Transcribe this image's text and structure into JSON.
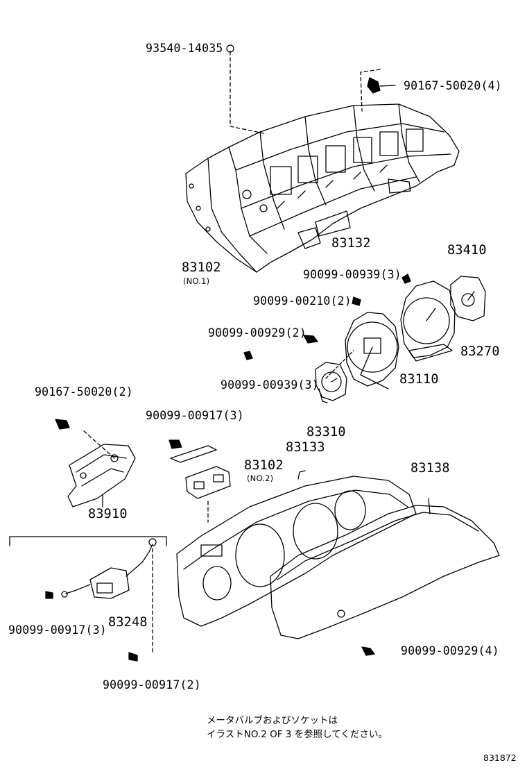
{
  "labels": {
    "p93540": "93540-14035",
    "p90167_a": "90167-50020(4)",
    "p83132": "83132",
    "p83102_a": "83102",
    "p83102_a_sub": "(NO.1)",
    "p83410": "83410",
    "p90099_939_a": "90099-00939(3)",
    "p90099_210": "90099-00210(2)",
    "p90099_929_a": "90099-00929(2)",
    "p83270": "83270",
    "p90099_939_b": "90099-00939(3)",
    "p83110": "83110",
    "p90167_b": "90167-50020(2)",
    "p90099_917_a": "90099-00917(3)",
    "p83310": "83310",
    "p83133": "83133",
    "p83102_b": "83102",
    "p83102_b_sub": "(NO.2)",
    "p83138": "83138",
    "p83910": "83910",
    "p83248": "83248",
    "p90099_917_b": "90099-00917(3)",
    "p90099_929_b": "90099-00929(4)",
    "p90099_917_c": "90099-00917(2)"
  },
  "note": {
    "line1": "メータバルブおよびソケットは",
    "line2": "イラストNO.2 OF 3 を参照してください。"
  },
  "figure_code": "831872"
}
